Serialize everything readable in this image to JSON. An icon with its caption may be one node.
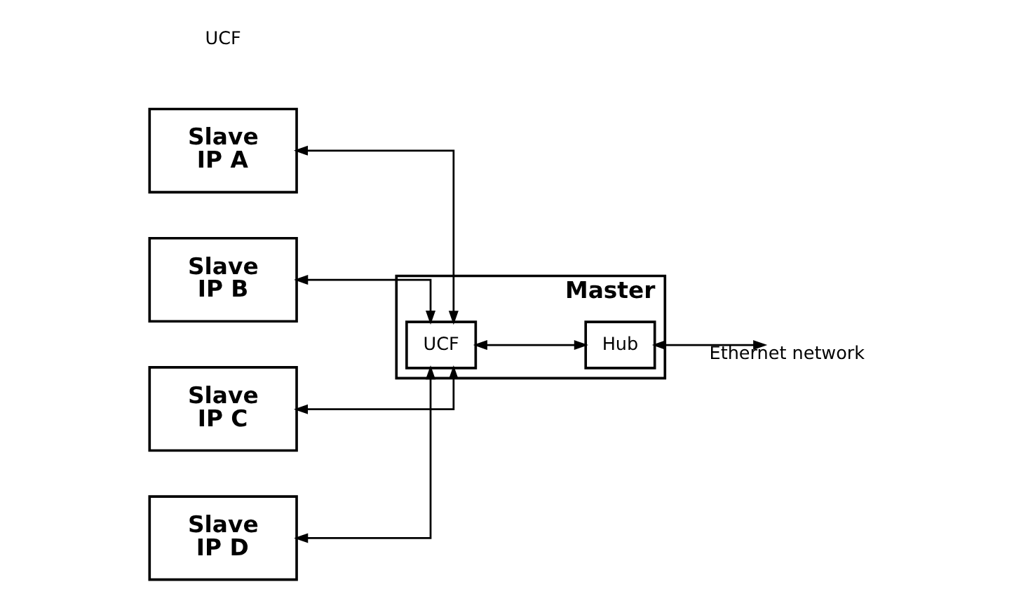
{
  "diagram": {
    "nodes": [
      {
        "text": [
          "Slave IP A"
        ]
      },
      {
        "text": [
          "Slave IP B"
        ]
      },
      {
        "text": [
          "Slave IP C"
        ]
      },
      {
        "text": [
          "Slave IP D"
        ]
      },
      {
        "text": [
          "Master"
        ]
      },
      {
        "text": [
          "UCF"
        ],
        "in": 4
      },
      {
        "text": [
          "Hub"
        ],
        "in": 4
      }
    ],
    "edges": [
      {
        "from": 0,
        "to": 5,
        "arrow": "both"
      },
      {
        "from": 1,
        "to": 5,
        "arrow": "both"
      },
      {
        "from": 2,
        "to": 5,
        "arrow": "both"
      },
      {
        "from": 3,
        "to": 5,
        "arrow": "both"
      },
      {
        "from": 5,
        "to": 6,
        "arrow": "both"
      },
      {
        "from": 6,
        "to": null,
        "arrow": "both",
        "label": "Ethernet network"
      }
    ],
    "labels": [
      "UCF"
    ]
  }
}
